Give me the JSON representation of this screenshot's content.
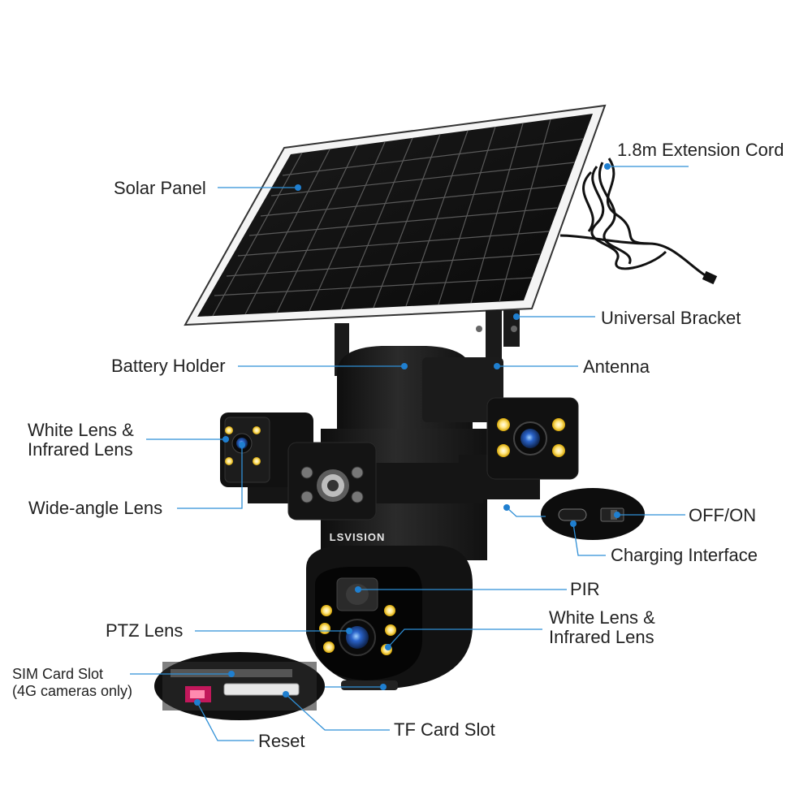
{
  "brand": "LSVISION",
  "colors": {
    "leader": "#2f8fd6",
    "dot": "#1f7fd0",
    "text": "#222222",
    "camera": "#1a1a1a"
  },
  "labels": {
    "solar_panel": "Solar Panel",
    "extension_cord": "1.8m Extension Cord",
    "universal_bracket": "Universal Bracket",
    "battery_holder": "Battery Holder",
    "antenna": "Antenna",
    "white_ir_left_1": "White Lens &",
    "white_ir_left_2": "Infrared Lens",
    "wide_angle_lens": "Wide-angle Lens",
    "off_on": "OFF/ON",
    "charging_interface": "Charging Interface",
    "pir": "PIR",
    "ptz_lens": "PTZ Lens",
    "white_ir_right_1": "White Lens &",
    "white_ir_right_2": "Infrared Lens",
    "sim_slot_1": "SIM Card Slot",
    "sim_slot_2": "(4G cameras only)",
    "reset": "Reset",
    "tf_card_slot": "TF Card Slot"
  }
}
